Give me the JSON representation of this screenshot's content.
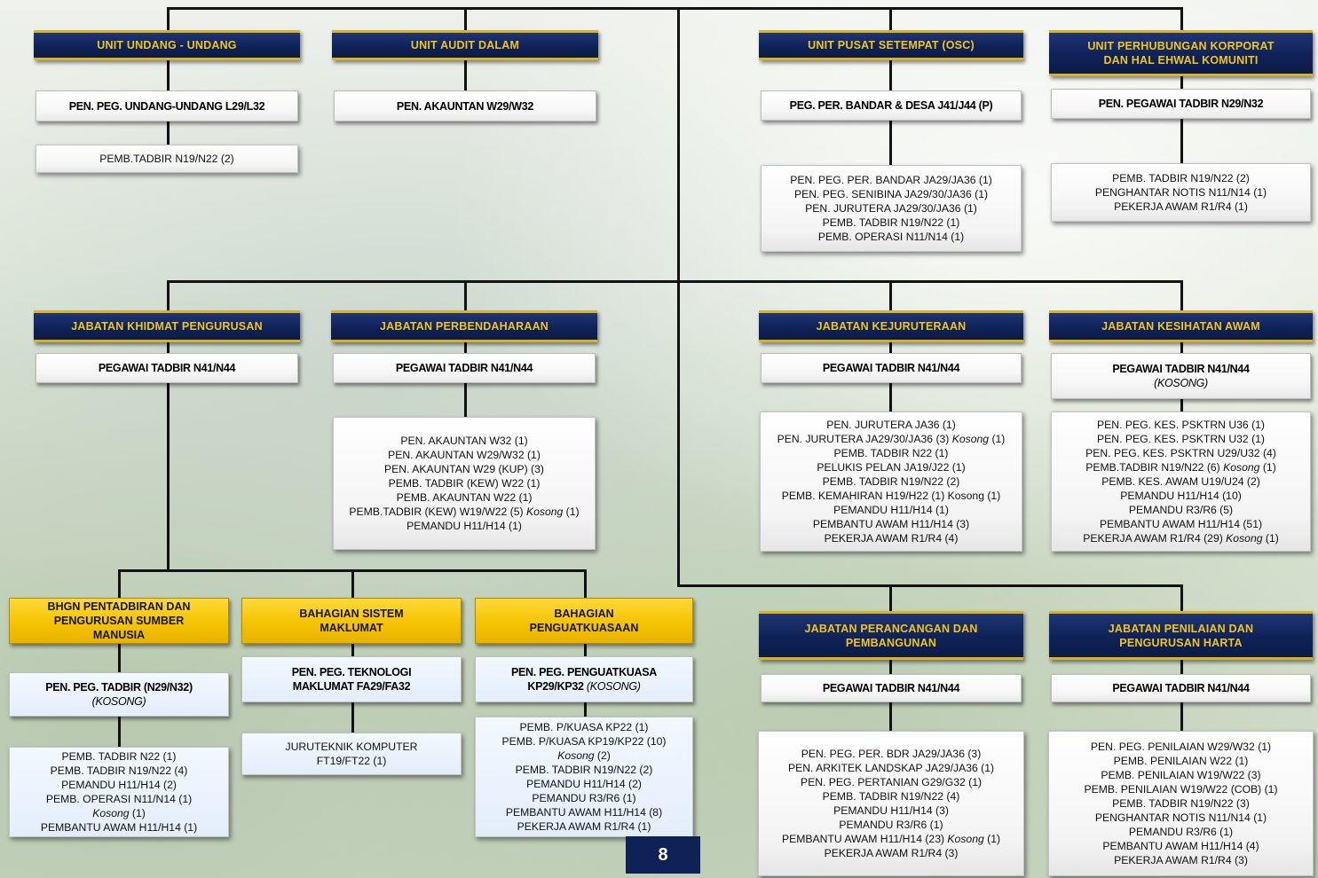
{
  "units": {
    "undang": {
      "title": "UNIT UNDANG - UNDANG",
      "head": "PEN. PEG. UNDANG-UNDANG L29/L32",
      "staff": [
        "PEMB.TADBIR N19/N22 (2)"
      ]
    },
    "audit": {
      "title": "UNIT AUDIT DALAM",
      "head": "PEN. AKAUNTAN W29/W32"
    },
    "osc": {
      "title": "UNIT PUSAT SETEMPAT (OSC)",
      "head": "PEG. PER. BANDAR & DESA J41/J44 (P)",
      "staff": [
        "PEN. PEG. PER. BANDAR JA29/JA36 (1)",
        "PEN. PEG. SENIBINA JA29/30/JA36 (1)",
        "PEN. JURUTERA JA29/30/JA36 (1)",
        "PEMB. TADBIR N19/N22 (1)",
        "PEMB. OPERASI N11/N14 (1)"
      ]
    },
    "korporat": {
      "title_1": "UNIT PERHUBUNGAN KORPORAT",
      "title_2": "DAN HAL EHWAL KOMUNITI",
      "head": "PEN. PEGAWAI TADBIR N29/N32",
      "staff": [
        "PEMB. TADBIR N19/N22 (2)",
        "PENGHANTAR NOTIS N11/N14 (1)",
        "PEKERJA AWAM R1/R4 (1)"
      ]
    }
  },
  "departments": {
    "khidmat": {
      "title": "JABATAN KHIDMAT PENGURUSAN",
      "head": "PEGAWAI TADBIR N41/N44"
    },
    "perbendaharaan": {
      "title": "JABATAN PERBENDAHARAAN",
      "head": "PEGAWAI TADBIR N41/N44",
      "staff": [
        "PEN. AKAUNTAN W32 (1)",
        "PEN. AKAUNTAN W29/W32 (1)",
        "PEN. AKAUNTAN W29 (KUP) (3)",
        "PEMB. TADBIR (KEW) W22 (1)",
        "PEMB. AKAUNTAN  W22 (1)"
      ],
      "staff_kosong_pre": "PEMB.TADBIR (KEW) W19/W22 (5) ",
      "staff_kosong_word": "Kosong",
      "staff_kosong_post": " (1)",
      "staff_last": "PEMANDU H11/H14 (1)"
    },
    "kejuruteraan": {
      "title": "JABATAN KEJURUTERAAN",
      "head": "PEGAWAI TADBIR N41/N44",
      "staff_1": "PEN. JURUTERA JA36 (1)",
      "staff_2_pre": "PEN. JURUTERA JA29/30/JA36 (3) ",
      "staff_2_word": "Kosong",
      "staff_2_post": " (1)",
      "staff_rest": [
        "PEMB. TADBIR N22 (1)",
        "PELUKIS PELAN JA19/J22 (1)",
        "PEMB. TADBIR N19/N22 (2)",
        "PEMB. KEMAHIRAN H19/H22 (1) Kosong (1)",
        "PEMANDU H11/H14 (1)",
        "PEMBANTU AWAM H11/H14 (3)",
        "PEKERJA AWAM R1/R4 (4)"
      ]
    },
    "kesihatan": {
      "title": "JABATAN KESIHATAN AWAM",
      "head": "PEGAWAI TADBIR N41/N44",
      "head_note": "(KOSONG)",
      "staff_a": [
        "PEN. PEG. KES. PSKTRN U36 (1)",
        "PEN. PEG. KES. PSKTRN U32 (1)",
        "PEN. PEG. KES. PSKTRN U29/U32 (4)"
      ],
      "staff_b_pre": "PEMB.TADBIR N19/N22 (6) ",
      "staff_b_word": "Kosong",
      "staff_b_post": " (1)",
      "staff_c": [
        "PEMB. KES. AWAM U19/U24 (2)",
        "PEMANDU H11/H14 (10)",
        "PEMANDU R3/R6 (5)",
        "PEMBANTU AWAM  H11/H14 (51)"
      ],
      "staff_d_pre": "PEKERJA AWAM R1/R4 (29) ",
      "staff_d_word": "Kosong",
      "staff_d_post": " (1)"
    },
    "perancangan": {
      "title_1": "JABATAN PERANCANGAN DAN",
      "title_2": "PEMBANGUNAN",
      "head": "PEGAWAI TADBIR N41/N44",
      "staff_a": [
        "PEN. PEG. PER. BDR JA29/JA36 (3)",
        "PEN. ARKITEK LANDSKAP JA29/JA36 (1)",
        "PEN. PEG. PERTANIAN G29/G32 (1)",
        "PEMB. TADBIR N19/N22 (4)",
        "PEMANDU H11/H14 (3)",
        "PEMANDU R3/R6 (1)"
      ],
      "staff_b_pre": "PEMBANTU AWAM H11/H14 (23) ",
      "staff_b_word": "Kosong",
      "staff_b_post": " (1)",
      "staff_c": "PEKERJA AWAM R1/R4 (3)"
    },
    "penilaian": {
      "title_1": "JABATAN PENILAIAN DAN",
      "title_2": "PENGURUSAN HARTA",
      "head": "PEGAWAI TADBIR N41/N44",
      "staff": [
        "PEN. PEG. PENILAIAN W29/W32 (1)",
        "PEMB. PENILAIAN W22 (1)",
        "PEMB. PENILAIAN W19/W22 (3)",
        "PEMB. PENILAIAN W19/W22 (COB) (1)",
        "PEMB. TADBIR N19/N22 (3)",
        "PENGHANTAR NOTIS N11/N14 (1)",
        "PEMANDU R3/R6 (1)",
        "PEMBANTU AWAM H11/H14 (4)",
        "PEKERJA AWAM R1/R4 (3)"
      ]
    }
  },
  "sections": {
    "pentadbiran": {
      "title_1": "BHGN PENTADBIRAN DAN",
      "title_2": "PENGURUSAN SUMBER",
      "title_3": "MANUSIA",
      "head": "PEN. PEG. TADBIR (N29/N32)",
      "head_note": "(KOSONG)",
      "staff_a": [
        "PEMB. TADBIR N22 (1)",
        "PEMB. TADBIR N19/N22 (4)",
        "PEMANDU H11/H14 (2)",
        "PEMB. OPERASI N11/N14 (1)"
      ],
      "staff_b_word": "Kosong",
      "staff_b_post": " (1)",
      "staff_c": "PEMBANTU AWAM H11/H14 (1)"
    },
    "sistem": {
      "title_1": "BAHAGIAN SISTEM",
      "title_2": "MAKLUMAT",
      "head_1": "PEN. PEG. TEKNOLOGI",
      "head_2": "MAKLUMAT FA29/FA32",
      "staff_1": "JURUTEKNIK KOMPUTER",
      "staff_2": "FT19/FT22 (1)"
    },
    "penguatkuasaan": {
      "title_1": "BAHAGIAN",
      "title_2": "PENGUATKUASAAN",
      "head_1": "PEN. PEG. PENGUATKUASA",
      "head_2": "KP29/KP32 ",
      "head_note": "(KOSONG)",
      "staff_a": [
        "PEMB. P/KUASA KP22 (1)",
        "PEMB. P/KUASA KP19/KP22 (10)"
      ],
      "staff_b_word": "Kosong",
      "staff_b_post": " (2)",
      "staff_c": [
        "PEMB. TADBIR N19/N22 (2)",
        "PEMANDU H11/H14 (2)",
        "PEMANDU R3/R6 (1)",
        "PEMBANTU AWAM H11/H14 (8)",
        "PEKERJA AWAM R1/R4 (1)"
      ]
    }
  },
  "page_number": "8",
  "colors": {
    "navy": "#0f2257",
    "gold_text": "#f2c51c",
    "gold_box": "#f5c400"
  }
}
